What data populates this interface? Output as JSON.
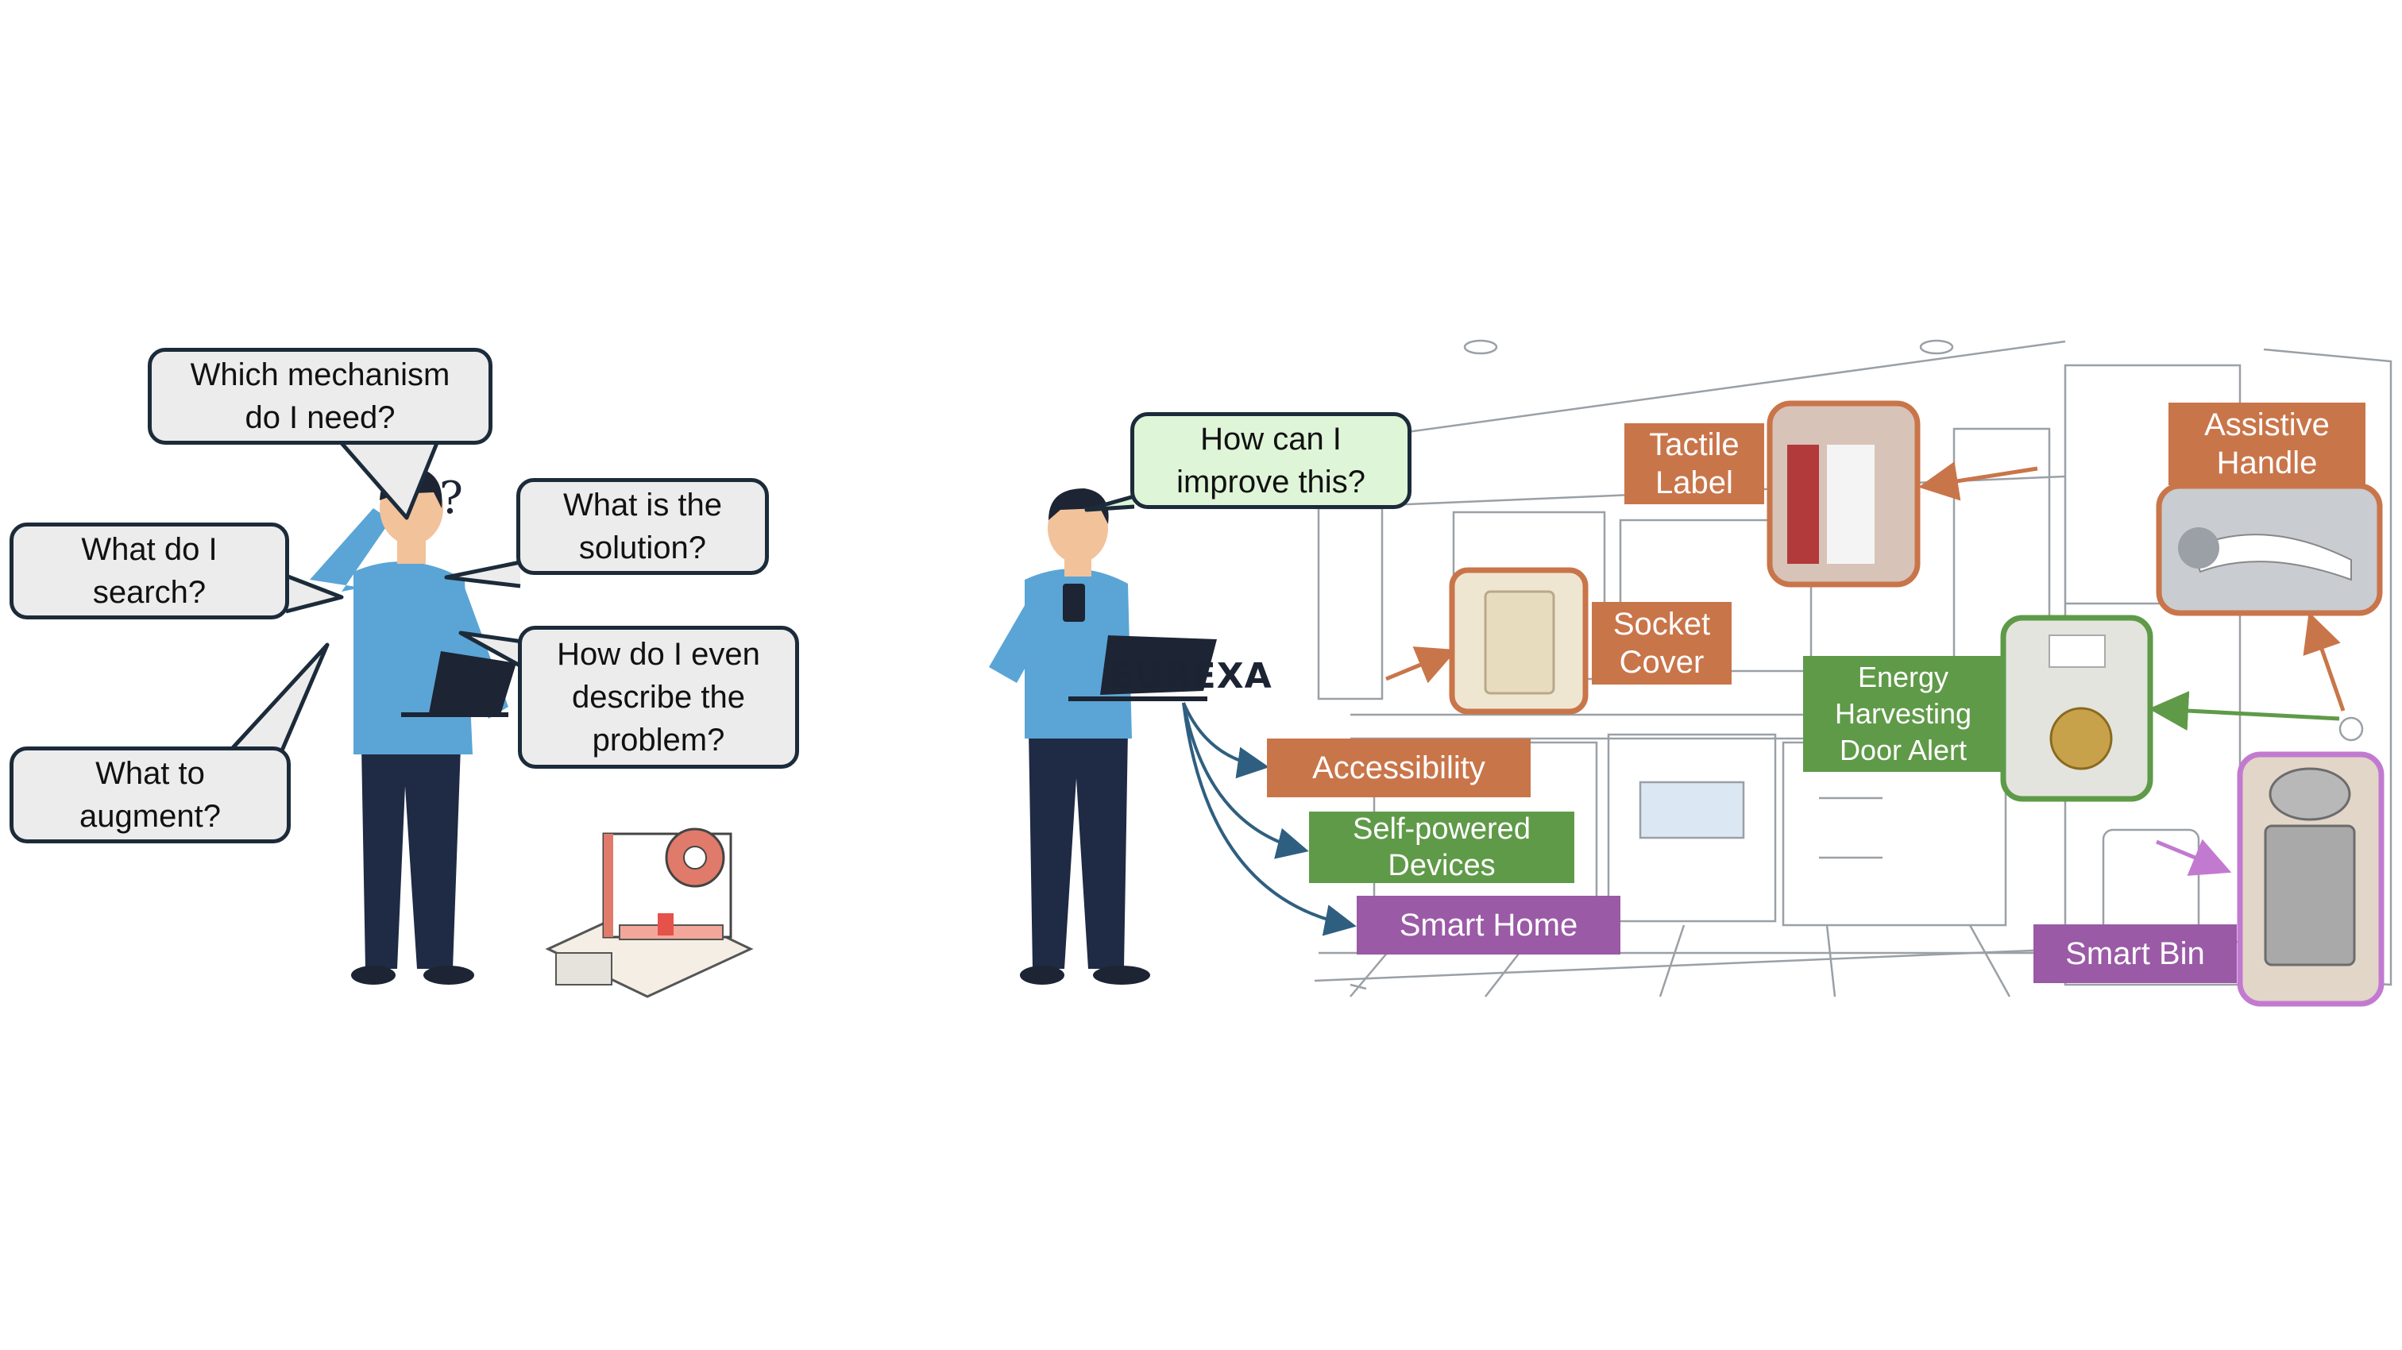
{
  "colors": {
    "shirt": "#5aa5d6",
    "pants": "#1f2a44",
    "skin": "#f2c29b",
    "hair": "#1d2433",
    "bubble_fill": "#ececec",
    "bubble_green": "#dff5d8",
    "bubble_border": "#1c2b3a",
    "orange": "#c9754a",
    "green": "#5f9a48",
    "purple": "#9a5aa6",
    "arrow_blue": "#2f5f80"
  },
  "left_panel": {
    "question_mark": "?",
    "bubbles": [
      {
        "id": "which-mechanism",
        "text": "Which mechanism\ndo I need?"
      },
      {
        "id": "what-do-i-search",
        "text": "What do I\nsearch?"
      },
      {
        "id": "what-is-solution",
        "text": "What is the\nsolution?"
      },
      {
        "id": "describe-problem",
        "text": "How do I even\ndescribe the\nproblem?"
      },
      {
        "id": "what-to-augment",
        "text": "What to\naugment?"
      }
    ]
  },
  "right_panel": {
    "brand": "EUREXA",
    "question": "How can I\nimprove this?",
    "categories": [
      {
        "id": "accessibility",
        "text": "Accessibility",
        "color": "orange"
      },
      {
        "id": "self-powered",
        "text": "Self-powered\nDevices",
        "color": "green"
      },
      {
        "id": "smart-home",
        "text": "Smart Home",
        "color": "purple"
      }
    ],
    "items": [
      {
        "id": "tactile-label",
        "text": "Tactile\nLabel",
        "color": "orange"
      },
      {
        "id": "socket-cover",
        "text": "Socket\nCover",
        "color": "orange"
      },
      {
        "id": "assistive-handle",
        "text": "Assistive\nHandle",
        "color": "orange"
      },
      {
        "id": "energy-door-alert",
        "text": "Energy\nHarvesting\nDoor Alert",
        "color": "green"
      },
      {
        "id": "smart-bin",
        "text": "Smart Bin",
        "color": "purple"
      }
    ]
  }
}
